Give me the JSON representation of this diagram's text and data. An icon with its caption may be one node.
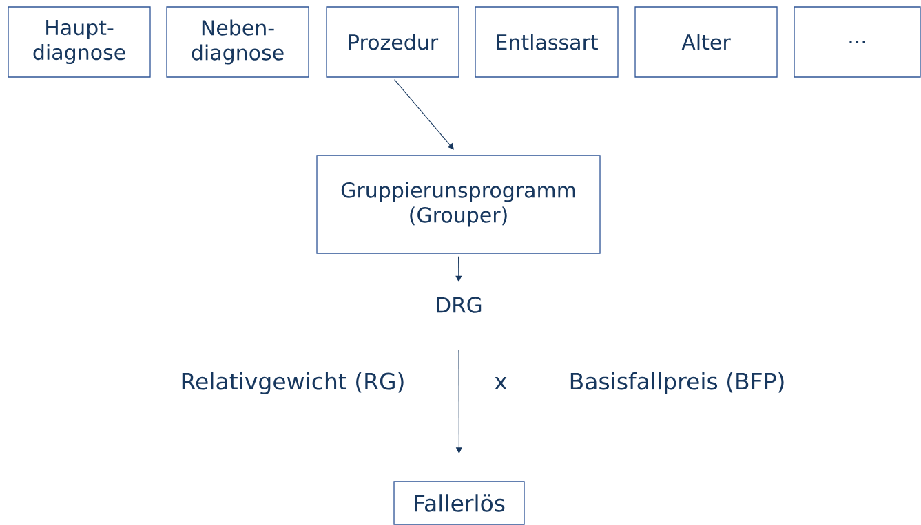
{
  "diagram": {
    "nodes": [
      {
        "text": [
          "Haupt- diagnose"
        ]
      },
      {
        "text": [
          "Neben- diagnose"
        ]
      },
      {
        "text": [
          "Prozedur"
        ]
      },
      {
        "text": [
          "Entlassart"
        ]
      },
      {
        "text": [
          "Alter"
        ]
      },
      {
        "text": [
          "..."
        ]
      },
      {
        "text": [
          "Gruppierunsprogramm (Grouper)"
        ]
      },
      {
        "text": [
          "DRG"
        ]
      },
      {
        "text": [
          "Fallerlös"
        ]
      }
    ],
    "edges": [
      {
        "from": 2,
        "to": 6,
        "arrow": "to"
      },
      {
        "from": 6,
        "to": 7,
        "arrow": "to"
      },
      {
        "from": null,
        "to": 8,
        "arrow": "to"
      }
    ],
    "labels": [
      "Relativgewicht (RG)",
      "x",
      "Basisfallpreis (BFP)"
    ]
  }
}
